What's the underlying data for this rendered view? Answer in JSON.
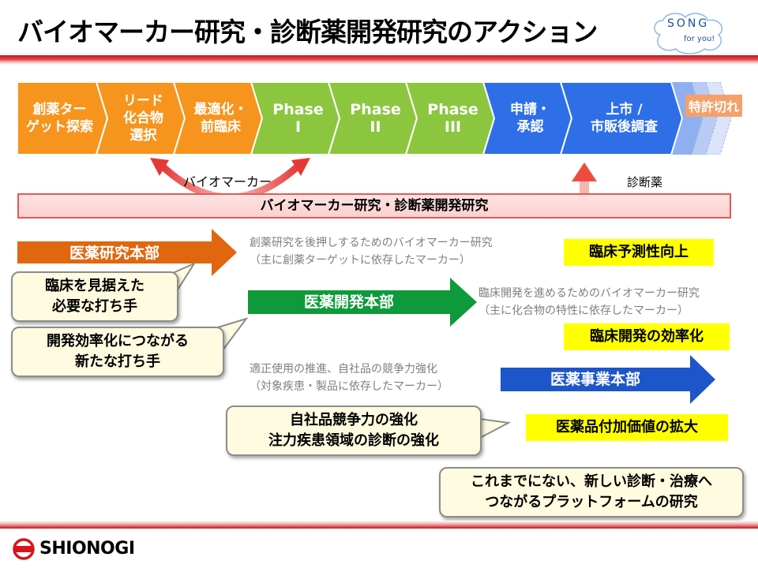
{
  "title": "バイオマーカー研究・診断薬開発研究のアクション",
  "logo": {
    "song": "SONG",
    "sub": "for you!",
    "company": "SHIONOGI"
  },
  "flow": {
    "stages": [
      {
        "label": "創薬ター\nゲット探索",
        "color": "#f7941d",
        "phase": false
      },
      {
        "label": "リード\n化合物\n選択",
        "color": "#f7941d",
        "phase": false
      },
      {
        "label": "最適化・\n前臨床",
        "color": "#f7941d",
        "phase": false
      },
      {
        "label": "Phase\nI",
        "color": "#8cc63f",
        "phase": true
      },
      {
        "label": "Phase\nII",
        "color": "#8cc63f",
        "phase": true
      },
      {
        "label": "Phase\nIII",
        "color": "#8cc63f",
        "phase": true
      },
      {
        "label": "申請・\n承認",
        "color": "#2e6fe8",
        "phase": false
      },
      {
        "label": "上市 /\n市販後調査",
        "color": "#2e6fe8",
        "phase": false
      }
    ],
    "patent_label": "特許切れ"
  },
  "labels": {
    "biomarker": "バイオマーカー",
    "diagnostic": "診断薬",
    "research_bar": "バイオマーカー研究・診断薬開発研究"
  },
  "departments": [
    {
      "name": "医薬研究本部",
      "color": "#e0660f"
    },
    {
      "name": "医薬開発本部",
      "color": "#0e9a3a"
    },
    {
      "name": "医薬事業本部",
      "color": "#1d56c9"
    }
  ],
  "notes": [
    "創薬研究を後押しするためのバイオマーカー研究\n（主に創薬ターゲットに依存したマーカー）",
    "臨床開発を進めるためのバイオマーカー研究\n（主に化合物の特性に依存したマーカー）",
    "適正使用の推進、自社品の競争力強化\n（対象疾患・製品に依存したマーカー）"
  ],
  "outcomes": [
    "臨床予測性向上",
    "臨床開発の効率化",
    "医薬品付加価値の拡大"
  ],
  "callouts": [
    "臨床を見据えた\n必要な打ち手",
    "開発効率化につながる\n新たな打ち手",
    "自社品競争力の強化\n注力疾患領域の診断の強化",
    "これまでにない、新しい診断・治療へ\nつながるプラットフォームの研究"
  ]
}
